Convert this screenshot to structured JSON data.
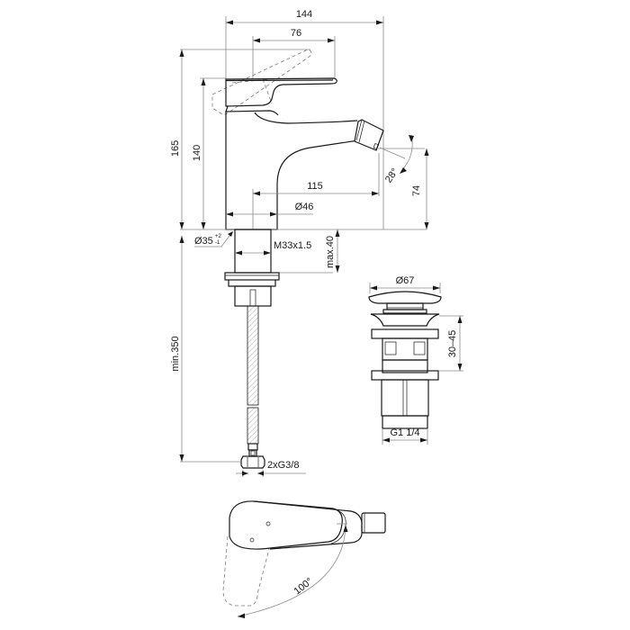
{
  "drawing": {
    "title": "Bidet mixer technical dimension drawing",
    "side_view": {
      "dimensions": {
        "overall_width": "144",
        "handle_width": "76",
        "overall_height": "165",
        "body_height": "140",
        "spout_projection": "115",
        "body_diameter": "Ø46",
        "spout_height": "74",
        "spout_angle": "28°",
        "hole_diameter": "Ø35",
        "hole_tol_upper": "+2",
        "hole_tol_lower": "-1",
        "thread": "M33x1.5",
        "max_deck_thickness": "max.40",
        "hose_length": "min.350",
        "hose_connections": "2xG3/8"
      }
    },
    "waste_view": {
      "dimensions": {
        "cap_diameter": "Ø67",
        "clamp_range": "30–45",
        "outlet_thread": "G1 1/4"
      }
    },
    "top_view": {
      "dimensions": {
        "handle_rotation": "100°"
      }
    }
  }
}
